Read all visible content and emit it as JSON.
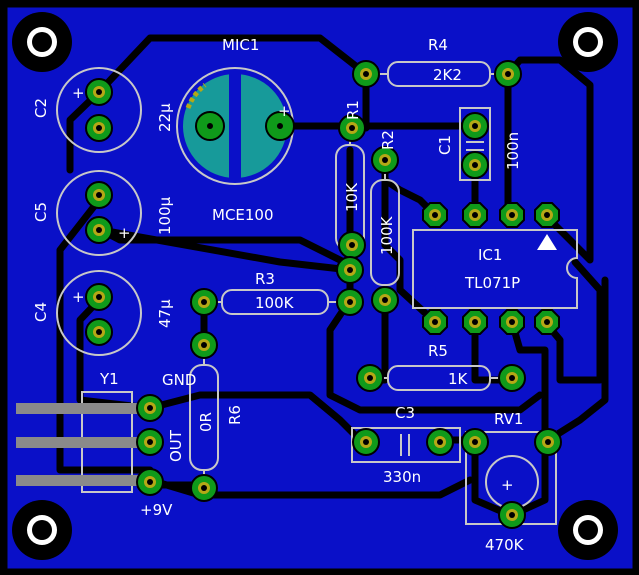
{
  "colors": {
    "board": "#0a10c8",
    "copper": "#000000",
    "silk": "#c8c8c8",
    "pad_ring": "#0f9a1a",
    "pad_copper": "#b5a816",
    "mic_fill": "#179a9a",
    "hole": "#000000"
  },
  "components": {
    "mic1_name": "MIC1",
    "mic1_value": "MCE100",
    "r4_name": "R4",
    "r4_value": "2K2",
    "r1_name": "R1",
    "r1_value": "10K",
    "r2_name": "R2",
    "r2_value": "100K",
    "c1_name": "C1",
    "c1_value": "100n",
    "ic1_name": "IC1",
    "ic1_value": "TL071P",
    "r3_name": "R3",
    "r3_value": "100K",
    "r5_name": "R5",
    "r5_value": "1K",
    "c3_name": "C3",
    "c3_value": "330n",
    "rv1_name": "RV1",
    "rv1_value": "470K",
    "r6_name": "R6",
    "r6_value": "0R",
    "c2_name": "C2",
    "c2_value": "22µ",
    "c5_name": "C5",
    "c5_value": "100µ",
    "c4_name": "C4",
    "c4_value": "47µ",
    "y1_name": "Y1",
    "y1_gnd": "GND",
    "y1_out": "OUT",
    "y1_vcc": "+9V"
  },
  "plus_sign": "+"
}
